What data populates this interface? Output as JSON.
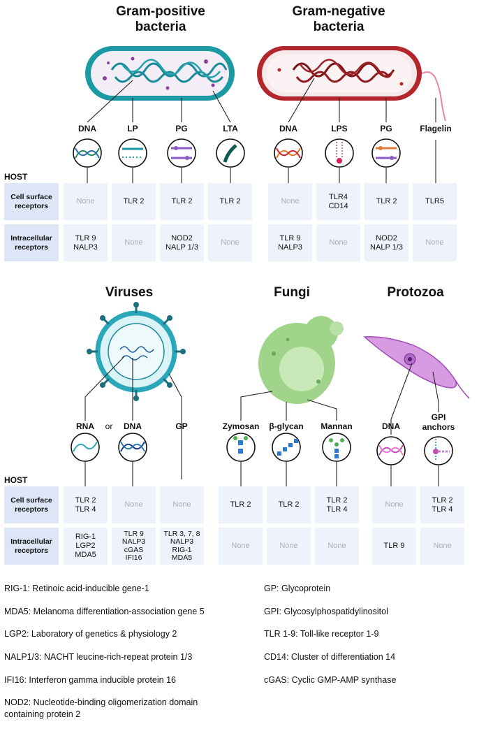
{
  "titles": {
    "gram_positive": "Gram-positive\nbacteria",
    "gram_negative": "Gram-negative\nbacteria",
    "viruses": "Viruses",
    "fungi": "Fungi",
    "protozoa": "Protozoa"
  },
  "host_label": "HOST",
  "row_labels": {
    "cell_surface": "Cell surface\nreceptors",
    "intracellular": "Intracellular\nreceptors"
  },
  "top": {
    "pamps": [
      "DNA",
      "LP",
      "PG",
      "LTA",
      "DNA",
      "LPS",
      "PG",
      "Flagelin"
    ],
    "cell_surface": [
      "None",
      "TLR 2",
      "TLR 2",
      "TLR 2",
      "None",
      "TLR4\nCD14",
      "TLR 2",
      "TLR5"
    ],
    "intracellular": [
      "TLR 9\nNALP3",
      "None",
      "NOD2\nNALP 1/3",
      "None",
      "TLR 9\nNALP3",
      "None",
      "NOD2\nNALP 1/3",
      "None"
    ]
  },
  "bottom": {
    "pamps": [
      "RNA",
      "DNA",
      "GP",
      "Zymosan",
      "β-glycan",
      "Mannan",
      "DNA",
      "GPI\nanchors"
    ],
    "or_label": "or",
    "cell_surface": [
      "TLR 2\nTLR 4",
      "None",
      "None",
      "TLR 2",
      "TLR 2",
      "TLR 2\nTLR 4",
      "None",
      "TLR 2\nTLR 4"
    ],
    "intracellular": [
      "RIG-1\nLGP2\nMDA5",
      "TLR 9\nNALP3\ncGAS\nIFI16",
      "TLR 3, 7, 8\nNALP3\nRIG-1\nMDA5",
      "None",
      "None",
      "None",
      "TLR 9",
      "None"
    ]
  },
  "legend_left": [
    "RIG-1: Retinoic acid-inducible gene-1",
    "MDA5: Melanoma differentiation-association gene 5",
    "LGP2: Laboratory of genetics & physiology 2",
    "NALP1/3: NACHT leucine-rich-repeat protein 1/3",
    "IFI16: Interferon gamma inducible protein 16",
    "NOD2:  Nucleotide-binding oligomerization domain\ncontaining protein 2"
  ],
  "legend_right": [
    "GP: Glycoprotein",
    "GPI: Glycosylphospatidylinositol",
    "TLR 1-9: Toll-like receptor 1-9",
    "CD14: Cluster of differentiation 14",
    "cGAS: Cyclic GMP-AMP synthase"
  ],
  "colors": {
    "gram_positive": "#1b9aa3",
    "gram_negative": "#b3262c",
    "virus": "#2aa7b8",
    "fungi": "#9fd48a",
    "protozoa": "#c97ad8",
    "cell_bg": "#eef2fa",
    "rowhead_bg": "#dce6f6"
  }
}
